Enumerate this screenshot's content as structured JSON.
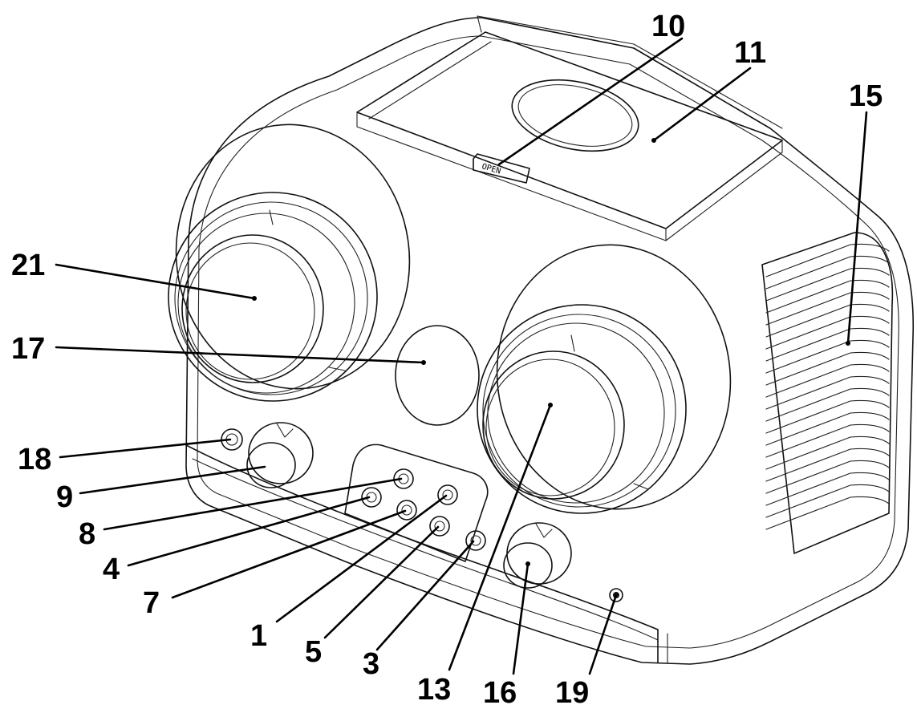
{
  "labels": {
    "l1": "1",
    "l3": "3",
    "l4": "4",
    "l5": "5",
    "l7": "7",
    "l8": "8",
    "l9": "9",
    "l10": "10",
    "l11": "11",
    "l13": "13",
    "l15": "15",
    "l16": "16",
    "l17": "17",
    "l18": "18",
    "l19": "19",
    "l21": "21"
  },
  "device": {
    "open_tag": "OPEN"
  }
}
